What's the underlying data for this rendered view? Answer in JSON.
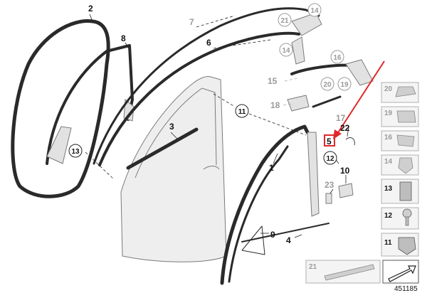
{
  "callouts": {
    "c1": "1",
    "c2": "2",
    "c3": "3",
    "c4": "4",
    "c5": "5",
    "c6": "6",
    "c7": "7",
    "c8": "8",
    "c9": "9",
    "c10": "10",
    "c11": "11",
    "c12": "12",
    "c13": "13",
    "c14a": "14",
    "c14b": "14",
    "c15": "15",
    "c16": "16",
    "c17": "17",
    "c18": "18",
    "c19": "19",
    "c20": "20",
    "c21": "21",
    "c22": "22",
    "c23": "23"
  },
  "legend": {
    "l20": "20",
    "l19": "19",
    "l16": "16",
    "l14": "14",
    "l13": "13",
    "l12": "12",
    "l11": "11",
    "l21": "21"
  },
  "drawing_number": "451185",
  "colors": {
    "highlight": "#e0262a",
    "line": "#2a2a2a",
    "part_fill": "#e2e2e2"
  }
}
